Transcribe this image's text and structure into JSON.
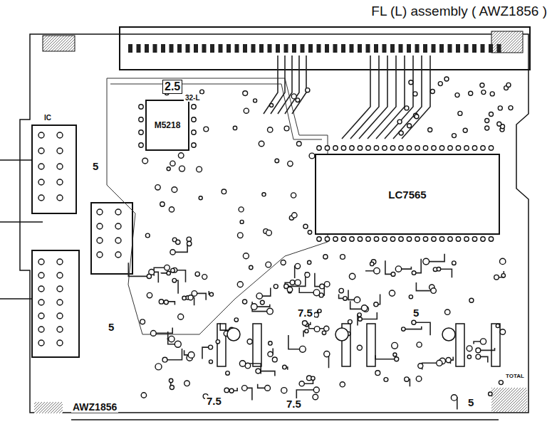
{
  "diagram": {
    "title": "FL (L) assembly ( AWZ1856 )",
    "nodes": [
      {
        "text": [
          "LC7565"
        ]
      },
      {
        "text": [
          "M5218"
        ]
      }
    ],
    "labels": [
      "2.5",
      "32-L",
      "7.5",
      "7.5",
      "7.5",
      "5",
      "5",
      "5",
      "5",
      "AWZ1856",
      "TOTAL",
      "IC"
    ]
  }
}
